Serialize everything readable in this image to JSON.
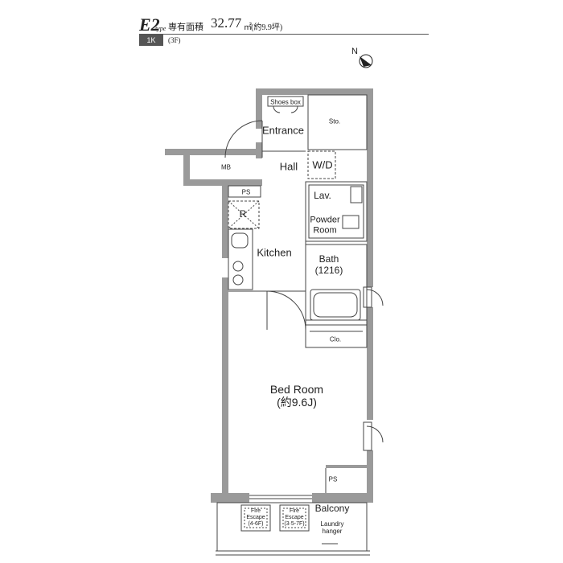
{
  "header": {
    "type_code": "E2",
    "type_suffix": "type",
    "area_label": "専有面積",
    "area_value": "32.77",
    "area_unit": "㎡",
    "area_tsubo": "(約9.9坪)",
    "layout_badge": "1K",
    "floor_note": "(3F)"
  },
  "rooms": {
    "shoes_box": "Shoes box",
    "entrance": "Entrance",
    "storage": "Sto.",
    "mb": "MB",
    "hall": "Hall",
    "wd": "W/D",
    "ps_top": "PS",
    "refrigerator": "R",
    "lav": "Lav.",
    "powder_room_line1": "Powder",
    "powder_room_line2": "Room",
    "kitchen": "Kitchen",
    "bath_line1": "Bath",
    "bath_line2": "(1216)",
    "closet": "Clo.",
    "bed_room_line1": "Bed Room",
    "bed_room_line2": "(約9.6J)",
    "ps_bottom": "PS",
    "fire_escape_a_line1": "Fire",
    "fire_escape_a_line2": "Escape",
    "fire_escape_a_line3": "(4-6F)",
    "fire_escape_b_line1": "Fire",
    "fire_escape_b_line2": "Escape",
    "fire_escape_b_line3": "(3·5-7F)",
    "balcony": "Balcony",
    "laundry_line1": "Laundry",
    "laundry_line2": "hanger"
  },
  "compass": {
    "label": "N"
  },
  "colors": {
    "wall": "#9a9a9a",
    "line": "#444444",
    "badge": "#555555"
  }
}
